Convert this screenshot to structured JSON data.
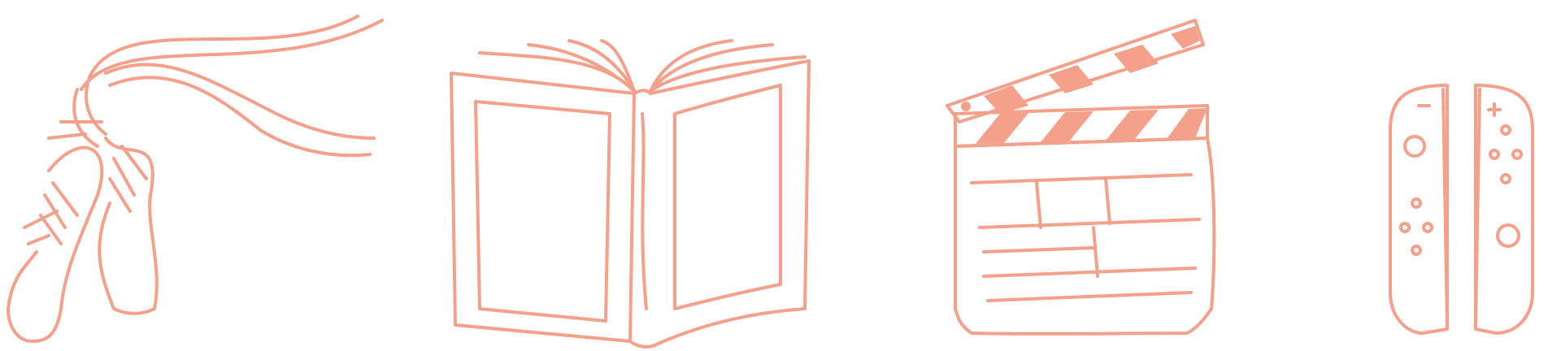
{
  "palette": {
    "stroke": "#f4a08a",
    "fill": "#f4a08a",
    "background": "#ffffff"
  },
  "icons": [
    {
      "id": "ballet-shoes",
      "name": "ballet-shoes-icon"
    },
    {
      "id": "open-book",
      "name": "open-book-icon"
    },
    {
      "id": "clapperboard",
      "name": "clapperboard-icon"
    },
    {
      "id": "game-controllers",
      "name": "game-controllers-icon"
    }
  ]
}
